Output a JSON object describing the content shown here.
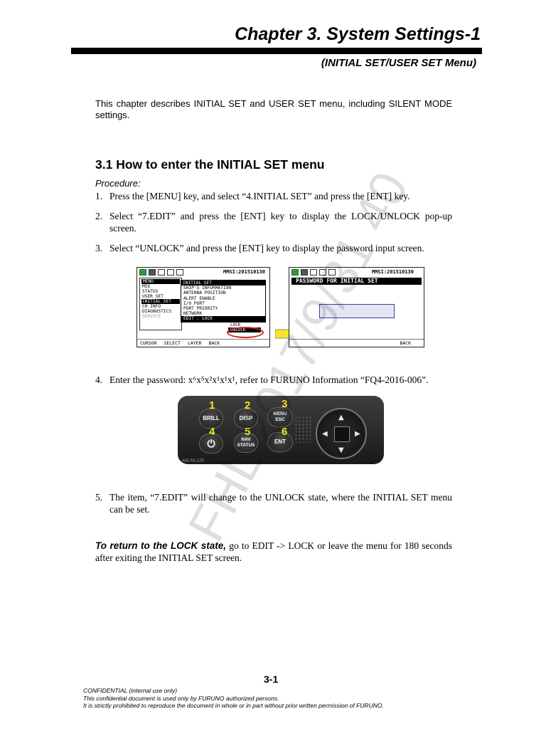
{
  "header": {
    "chapter_title": "Chapter 3. System Settings-1",
    "subtitle": "(INITIAL SET/USER SET Menu)"
  },
  "intro": "This chapter describes INITIAL SET and USER SET menu, including SILENT MODE settings.",
  "section": {
    "title": "3.1 How to enter the INITIAL SET menu",
    "procedure_label": "Procedure:"
  },
  "steps": [
    {
      "num": "1.",
      "text": "Press the [MENU] key, and select “4.INITIAL SET” and press the [ENT] key."
    },
    {
      "num": "2.",
      "text": "Select “7.EDIT” and press the [ENT] key to display the LOCK/UNLOCK pop-up screen."
    },
    {
      "num": "3.",
      "text": "Select “UNLOCK” and press the [ENT] key to display the password input screen."
    },
    {
      "num": "4.",
      "text_prefix": "Enter the password: ",
      "password": "x⁶x⁵x²x¹x¹x¹",
      "text_suffix": ", refer to FURUNO Information “FQ4-2016-006”."
    },
    {
      "num": "5.",
      "text": "The item, “7.EDIT” will change to the UNLOCK state, where the INITIAL SET menu can be set."
    }
  ],
  "screen_left": {
    "mmsi": "MMSI:201510130",
    "menu_header": "MENU",
    "menu_items": [
      "MSG",
      "STATUS",
      "USER SET",
      "INITIAL SET",
      "CH INFO",
      "DIAGNOSTICS",
      "SERVICE"
    ],
    "submenu_header": "INITIAL SET",
    "submenu_items": [
      "SHIP'S INFORMATION",
      "ANTENNA POSITION",
      "ALERT ENABLE",
      "I/O PORT",
      "PORT PRIORITY",
      "NETWORK",
      "EDIT        : LOCK"
    ],
    "popup_items": [
      "LOCK",
      "UNLOCK"
    ],
    "footer": [
      "CURSOR",
      "SELECT",
      "LAYER",
      "BACK"
    ]
  },
  "screen_right": {
    "mmsi": "MMSI:201510130",
    "header": "PASSWORD FOR INITIAL SET",
    "footer": "BACK"
  },
  "keypad": {
    "keys": [
      {
        "num": "1",
        "label": "BRILL"
      },
      {
        "num": "2",
        "label": "DISP"
      },
      {
        "num": "3",
        "label": "MENU ESC"
      },
      {
        "num": "4",
        "label": "⏻"
      },
      {
        "num": "5",
        "label": "NAV STATUS"
      },
      {
        "num": "6",
        "label": "ENT"
      }
    ],
    "model": "AIS FA-170"
  },
  "return_para": {
    "lead": "To return to the LOCK state,",
    "text": " go to EDIT -> LOCK or leave the menu for 180 seconds after exiting the INITIAL SET screen."
  },
  "page_number": "3-1",
  "footer": [
    "CONFIDENTIAL (internal use only)",
    "This confidential document is used only by FURUNO authorized persons.",
    "It is strictly prohibited to reproduce the document in whole or in part without prior written permission of FURUNO."
  ],
  "watermark": "FHL 2017/9/31 40",
  "colors": {
    "highlight_red": "#d9231d",
    "key_number_yellow": "#f3e81b",
    "arrow_yellow": "#f5e623"
  }
}
